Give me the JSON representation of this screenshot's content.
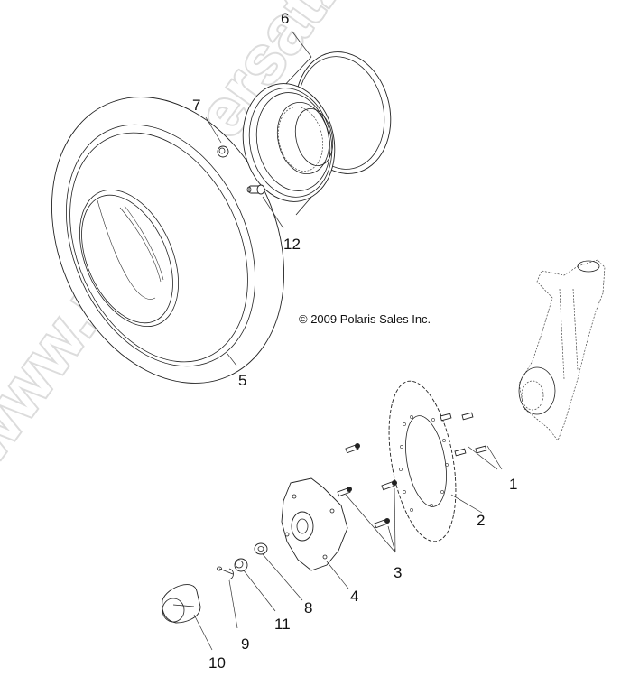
{
  "diagram": {
    "type": "exploded-parts-view",
    "copyright": "© 2009 Polaris Sales Inc.",
    "watermark": "www.polarisersatzteile.de",
    "callouts": [
      {
        "id": "1",
        "label": "1",
        "part": "bolts-caliper-disc"
      },
      {
        "id": "2",
        "label": "2",
        "part": "brake-disc"
      },
      {
        "id": "3",
        "label": "3",
        "part": "hub-bolts"
      },
      {
        "id": "4",
        "label": "4",
        "part": "wheel-hub"
      },
      {
        "id": "5",
        "label": "5",
        "part": "tire"
      },
      {
        "id": "6",
        "label": "6",
        "part": "wheel-rim"
      },
      {
        "id": "7",
        "label": "7",
        "part": "lug-nut"
      },
      {
        "id": "8",
        "label": "8",
        "part": "washer"
      },
      {
        "id": "9",
        "label": "9",
        "part": "cotter-pin"
      },
      {
        "id": "10",
        "label": "10",
        "part": "hub-cap"
      },
      {
        "id": "11",
        "label": "11",
        "part": "castle-nut"
      },
      {
        "id": "12",
        "label": "12",
        "part": "valve-stem"
      }
    ]
  },
  "colors": {
    "background": "#ffffff",
    "line": "#222222",
    "watermark_stroke": "#dcdcdc"
  }
}
